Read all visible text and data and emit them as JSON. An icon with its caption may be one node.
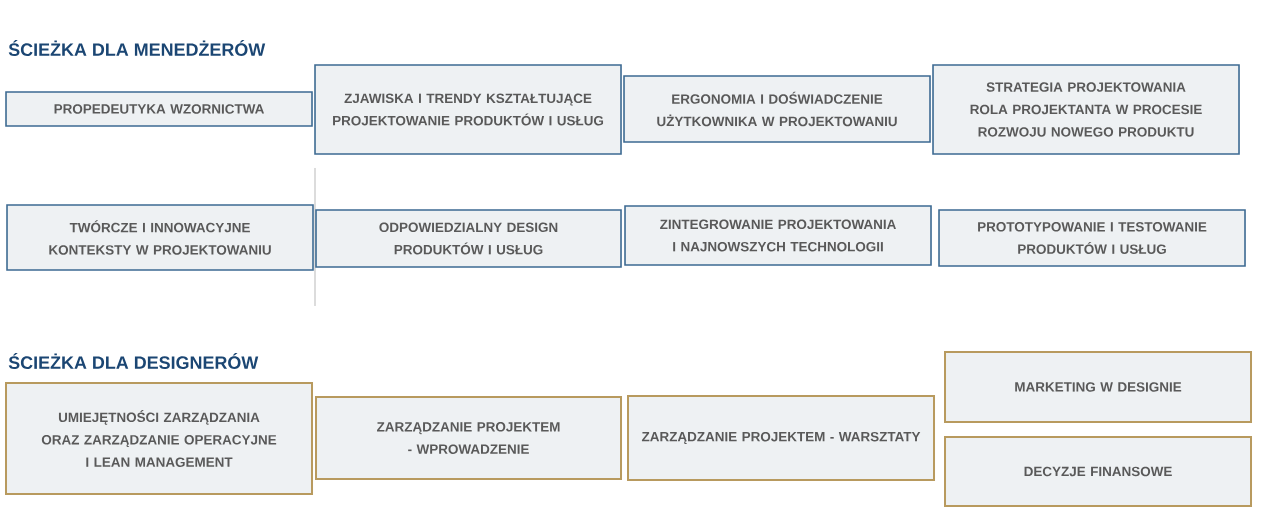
{
  "diagram": {
    "nodes": [
      {
        "text": [
          "PROPEDEUTYKA WZORNICTWA"
        ]
      },
      {
        "text": [
          "ZJAWISKA I TRENDY KSZTAŁTUJĄCE PROJEKTOWANIE PRODUKTÓW I USŁUG"
        ]
      },
      {
        "text": [
          "ERGONOMIA I DOŚWIADCZENIE UŻYTKOWNIKA W PROJEKTOWANIU"
        ]
      },
      {
        "text": [
          "STRATEGIA PROJEKTOWANIA ROLA PROJEKTANTA W PROCESIE ROZWOJU NOWEGO PRODUKTU"
        ]
      },
      {
        "text": [
          "TWÓRCZE I INNOWACYJNE KONTEKSTY W PROJEKTOWANIU"
        ]
      },
      {
        "text": [
          "ODPOWIEDZIALNY DESIGN PRODUKTÓW I USŁUG"
        ]
      },
      {
        "text": [
          "ZINTEGROWANIE PROJEKTOWANIA I NAJNOWSZYCH TECHNOLOGII"
        ]
      },
      {
        "text": [
          "PROTOTYPOWANIE I TESTOWANIE PRODUKTÓW I USŁUG"
        ]
      },
      {
        "text": [
          "UMIEJĘTNOŚCI ZARZĄDZANIA ORAZ ZARZĄDZANIE OPERACYJNE I LEAN MANAGEMENT"
        ]
      },
      {
        "text": [
          "ZARZĄDZANIE PROJEKTEM - WPROWADZENIE"
        ]
      },
      {
        "text": [
          "ZARZĄDZANIE PROJEKTEM - WARSZTATY"
        ]
      },
      {
        "text": [
          "MARKETING W DESIGNIE"
        ]
      },
      {
        "text": [
          "DECYZJE FINANSOWE"
        ]
      }
    ],
    "labels": [
      "ŚCIEŻKA DLA MENEDŻERÓW",
      "ŚCIEŻKA DLA DESIGNERÓW"
    ]
  }
}
